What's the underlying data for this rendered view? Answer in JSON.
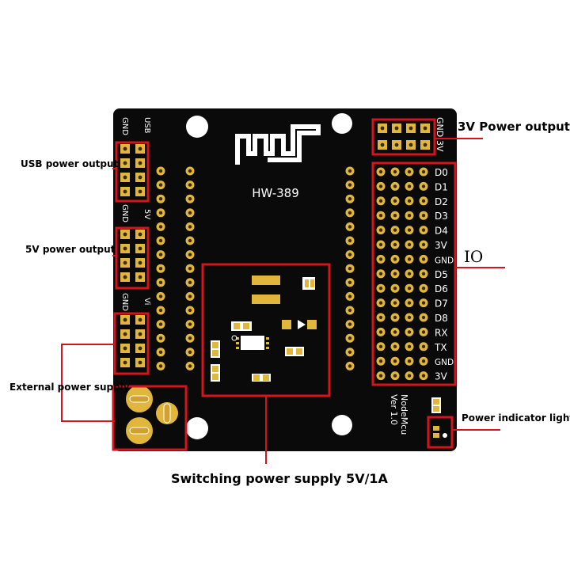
{
  "board": {
    "model": "HW-389",
    "silk_name": "NodeMcu",
    "silk_version": "Ver 1.0",
    "header_labels": {
      "usb": "USB",
      "five_v": "5V",
      "vin": "Vi",
      "gnd": "GND",
      "power_gnd": "GND",
      "power_3v": "3V"
    },
    "io_pins": [
      "D0",
      "D1",
      "D2",
      "D3",
      "D4",
      "3V",
      "GND",
      "D5",
      "D6",
      "D7",
      "D8",
      "RX",
      "TX",
      "GND",
      "3V"
    ],
    "colors": {
      "pcb": "#0a0a0a",
      "pad": "#e0b63c",
      "callout": "#d6141c",
      "silk": "#ffffff"
    },
    "icon": "wifi-logo-icon"
  },
  "callouts": {
    "usb_power_output": "USB power output",
    "five_v_power_output": "5V power output",
    "external_power_supply": "External power supply",
    "three_v_power_output": "3V Power output",
    "io": "IO",
    "power_indicator_light": "Power indicator light",
    "switching_power_supply": "Switching power supply 5V/1A"
  }
}
